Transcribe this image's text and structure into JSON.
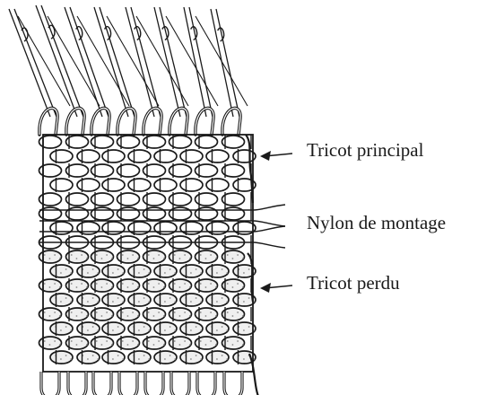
{
  "labels": {
    "main_knit": "Tricot principal",
    "nylon_cord": "Nylon de montage",
    "waste_knit": "Tricot perdu"
  },
  "colors": {
    "ink": "#1a1a1a",
    "background": "#ffffff",
    "waste_stipple": "#8a8a8a"
  }
}
